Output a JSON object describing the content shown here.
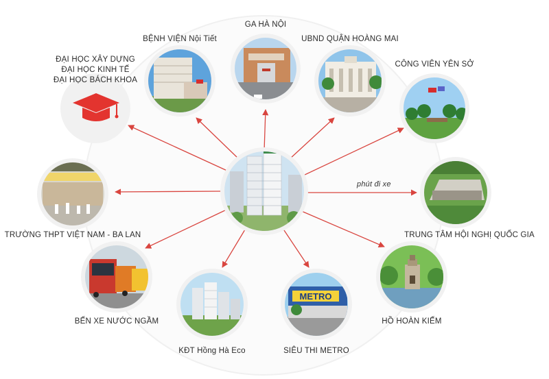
{
  "center": {
    "name": "tower-building",
    "caption": ""
  },
  "arrow_note": "phút đi xe",
  "destinations": [
    {
      "id": "ga-ha-noi",
      "label": "GA HÀ NỘI",
      "icon": "railway-station-photo"
    },
    {
      "id": "benh-vien",
      "label": "BỆNH VIỆN Nội Tiết",
      "icon": "hospital-photo"
    },
    {
      "id": "ubnd",
      "label": "UBND QUẬN HOÀNG MAI",
      "icon": "government-building-photo"
    },
    {
      "id": "dai-hoc",
      "lines": [
        "ĐẠI HỌC XÂY DỰNG",
        "ĐẠI HỌC KINH TẾ",
        "ĐẠI HỌC BÁCH KHOA"
      ],
      "icon": "graduation-cap-icon"
    },
    {
      "id": "cong-vien",
      "label": "CÔNG VIÊN YÊN SỞ",
      "icon": "park-photo"
    },
    {
      "id": "truong-thpt",
      "label": "TRƯỜNG THPT VIỆT NAM - BA LAN",
      "icon": "school-photo"
    },
    {
      "id": "trung-tam",
      "label": "TRUNG TÂM HỘI NGHỊ QUỐC GIA",
      "icon": "convention-center-photo"
    },
    {
      "id": "ben-xe",
      "label": "BẾN XE NƯỚC NGẦM",
      "icon": "bus-station-photo"
    },
    {
      "id": "ho-hoan-kiem",
      "label": "HỒ HOÀN KIẾM",
      "icon": "lake-tower-photo"
    },
    {
      "id": "kdt",
      "label": "KĐT Hồng Hà Eco",
      "icon": "urban-area-photo"
    },
    {
      "id": "sieu-thi",
      "label": "SIÊU THI METRO",
      "icon": "supermarket-photo"
    }
  ],
  "metro_sign": "METRO",
  "colors": {
    "arrow": "#d9453f",
    "ring": "#f1f1f1",
    "cap": "#e3342f",
    "text": "#2b2b2b"
  }
}
